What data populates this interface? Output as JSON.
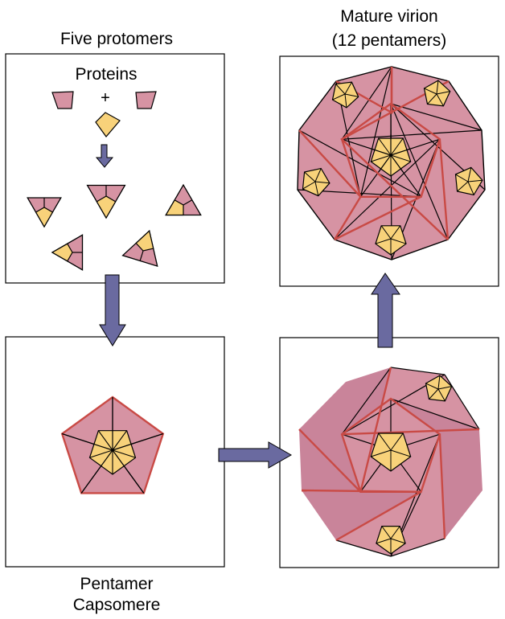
{
  "labels": {
    "five_protomers": "Five protomers",
    "proteins": "Proteins",
    "plus": "+",
    "mature_line1": "Mature virion",
    "mature_line2": "(12 pentamers)",
    "pentamer_line1": "Pentamer",
    "pentamer_line2": "Capsomere"
  },
  "colors": {
    "pink": "#d693a3",
    "pink_dark": "#c9849a",
    "yellow": "#f8d27a",
    "red_edge": "#c94a45",
    "arrow": "#6a6aa0",
    "line": "#000000"
  },
  "icons": [
    "arrow-down-icon",
    "arrow-right-icon",
    "arrow-up-icon"
  ]
}
